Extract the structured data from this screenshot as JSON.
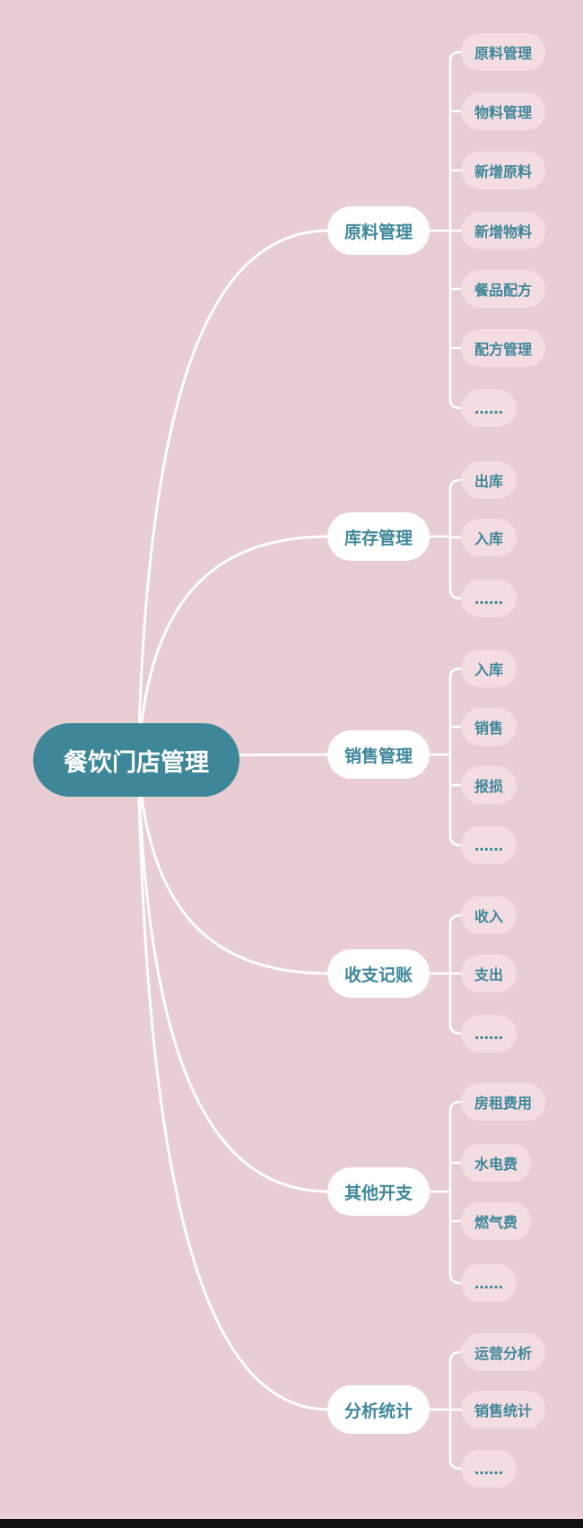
{
  "root": {
    "label": "餐饮门店管理"
  },
  "colors": {
    "background": "#e8cdd3",
    "root_fill": "#3e8799",
    "branch_fill": "#ffffff",
    "leaf_fill": "#f3dde2",
    "text_accent": "#3e8799",
    "connector": "#ffffff"
  },
  "branches": [
    {
      "label": "原料管理",
      "children": [
        "原料管理",
        "物料管理",
        "新增原料",
        "新增物料",
        "餐品配方",
        "配方管理",
        "……"
      ]
    },
    {
      "label": "库存管理",
      "children": [
        "出库",
        "入库",
        "……"
      ]
    },
    {
      "label": "销售管理",
      "children": [
        "入库",
        "销售",
        "报损",
        "……"
      ]
    },
    {
      "label": "收支记账",
      "children": [
        "收入",
        "支出",
        "……"
      ]
    },
    {
      "label": "其他开支",
      "children": [
        "房租费用",
        "水电费",
        "燃气费",
        "……"
      ]
    },
    {
      "label": "分析统计",
      "children": [
        "运营分析",
        "销售统计",
        "……"
      ]
    }
  ]
}
